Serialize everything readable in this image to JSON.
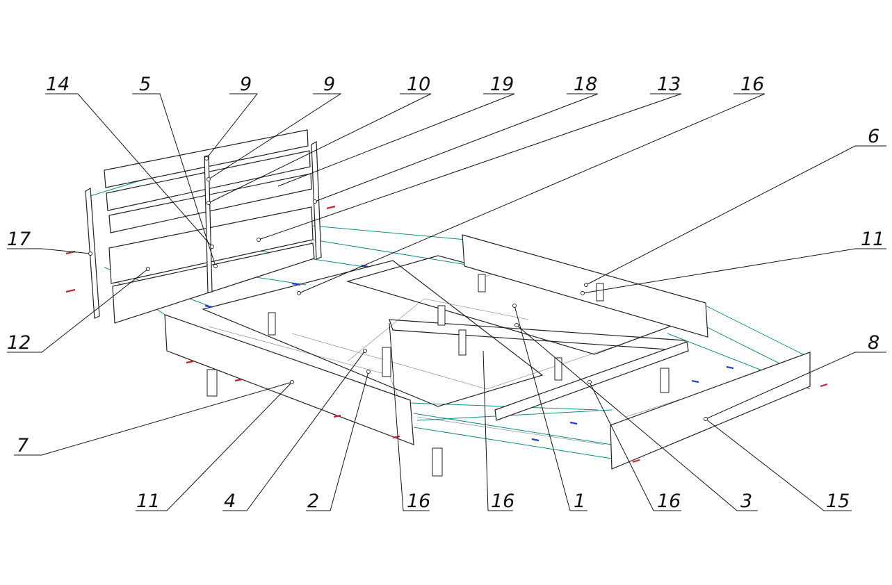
{
  "title": "Bed assembly exploded view",
  "colors": {
    "lines": "#222222",
    "fasteners_teal": "#0b8a8a",
    "screw_red": "#d0202a",
    "screw_blue": "#2040d0"
  },
  "callouts": [
    {
      "label": "14"
    },
    {
      "label": "5"
    },
    {
      "label": "9"
    },
    {
      "label": "9"
    },
    {
      "label": "10"
    },
    {
      "label": "19"
    },
    {
      "label": "18"
    },
    {
      "label": "13"
    },
    {
      "label": "16"
    },
    {
      "label": "6"
    },
    {
      "label": "11"
    },
    {
      "label": "8"
    },
    {
      "label": "17"
    },
    {
      "label": "12"
    },
    {
      "label": "7"
    },
    {
      "label": "11"
    },
    {
      "label": "4"
    },
    {
      "label": "2"
    },
    {
      "label": "16"
    },
    {
      "label": "16"
    },
    {
      "label": "1"
    },
    {
      "label": "16"
    },
    {
      "label": "3"
    },
    {
      "label": "15"
    }
  ]
}
